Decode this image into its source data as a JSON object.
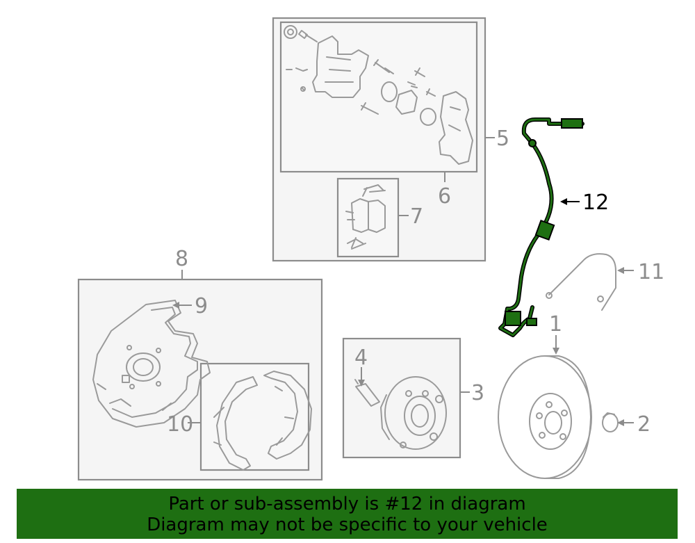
{
  "callouts": {
    "c1": "1",
    "c2": "2",
    "c3": "3",
    "c4": "4",
    "c5": "5",
    "c6": "6",
    "c7": "7",
    "c8": "8",
    "c9": "9",
    "c10": "10",
    "c11": "11",
    "c12": "12"
  },
  "banner": {
    "line1": "Part or sub-assembly is #12 in diagram",
    "line2": "Diagram may not be specific to your vehicle"
  },
  "colors": {
    "highlight_part": "#1e6f12",
    "banner_background": "#1e6f12",
    "line_art": "#9a9a9a"
  }
}
